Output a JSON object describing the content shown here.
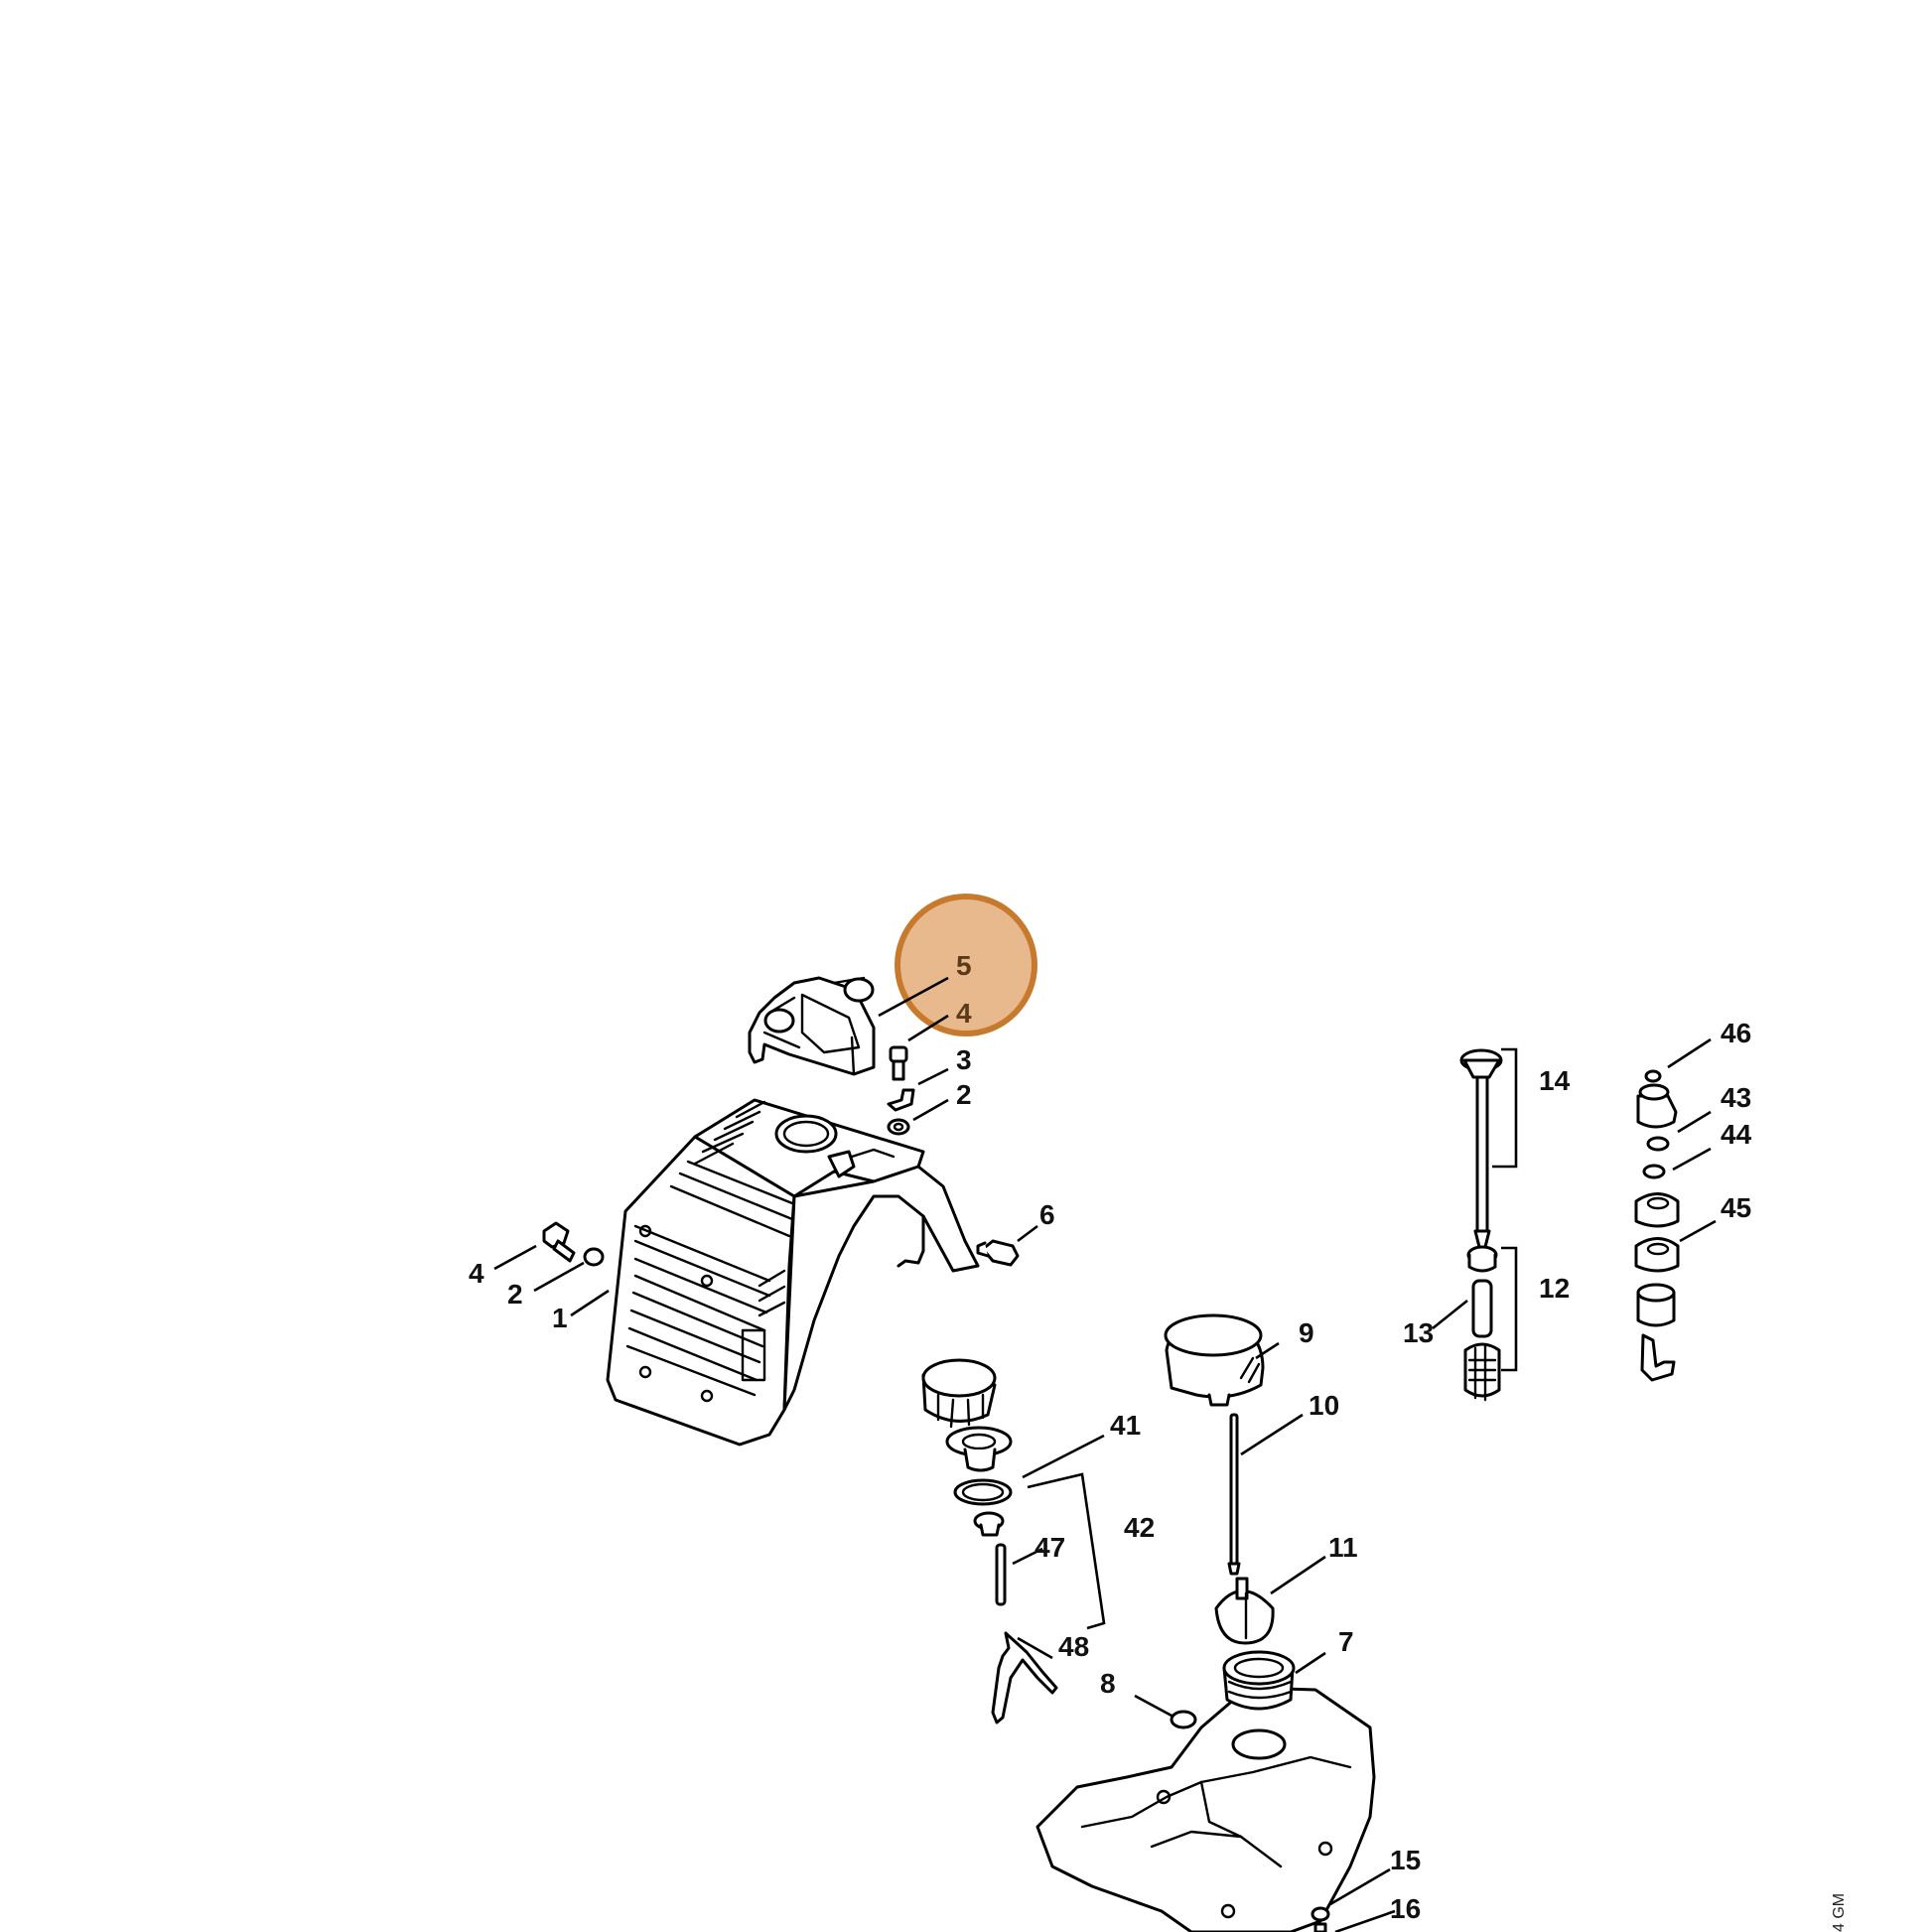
{
  "highlight": {
    "color": "#e9b98e",
    "stroke": "#c77a2e",
    "labels": [
      "5",
      "4"
    ]
  },
  "labels": {
    "l46": "46",
    "l14": "14",
    "l43": "43",
    "l44": "44",
    "l45": "45",
    "l12": "12",
    "l13": "13",
    "l6": "6",
    "l3": "3",
    "l2a": "2",
    "l2b": "2",
    "l4b": "4",
    "l1": "1",
    "l9": "9",
    "l10": "10",
    "l41": "41",
    "l42": "42",
    "l47": "47",
    "l48": "48",
    "l11": "11",
    "l7": "7",
    "l8": "8",
    "l15": "15",
    "l16": "16"
  },
  "doc_id": "4 GM"
}
